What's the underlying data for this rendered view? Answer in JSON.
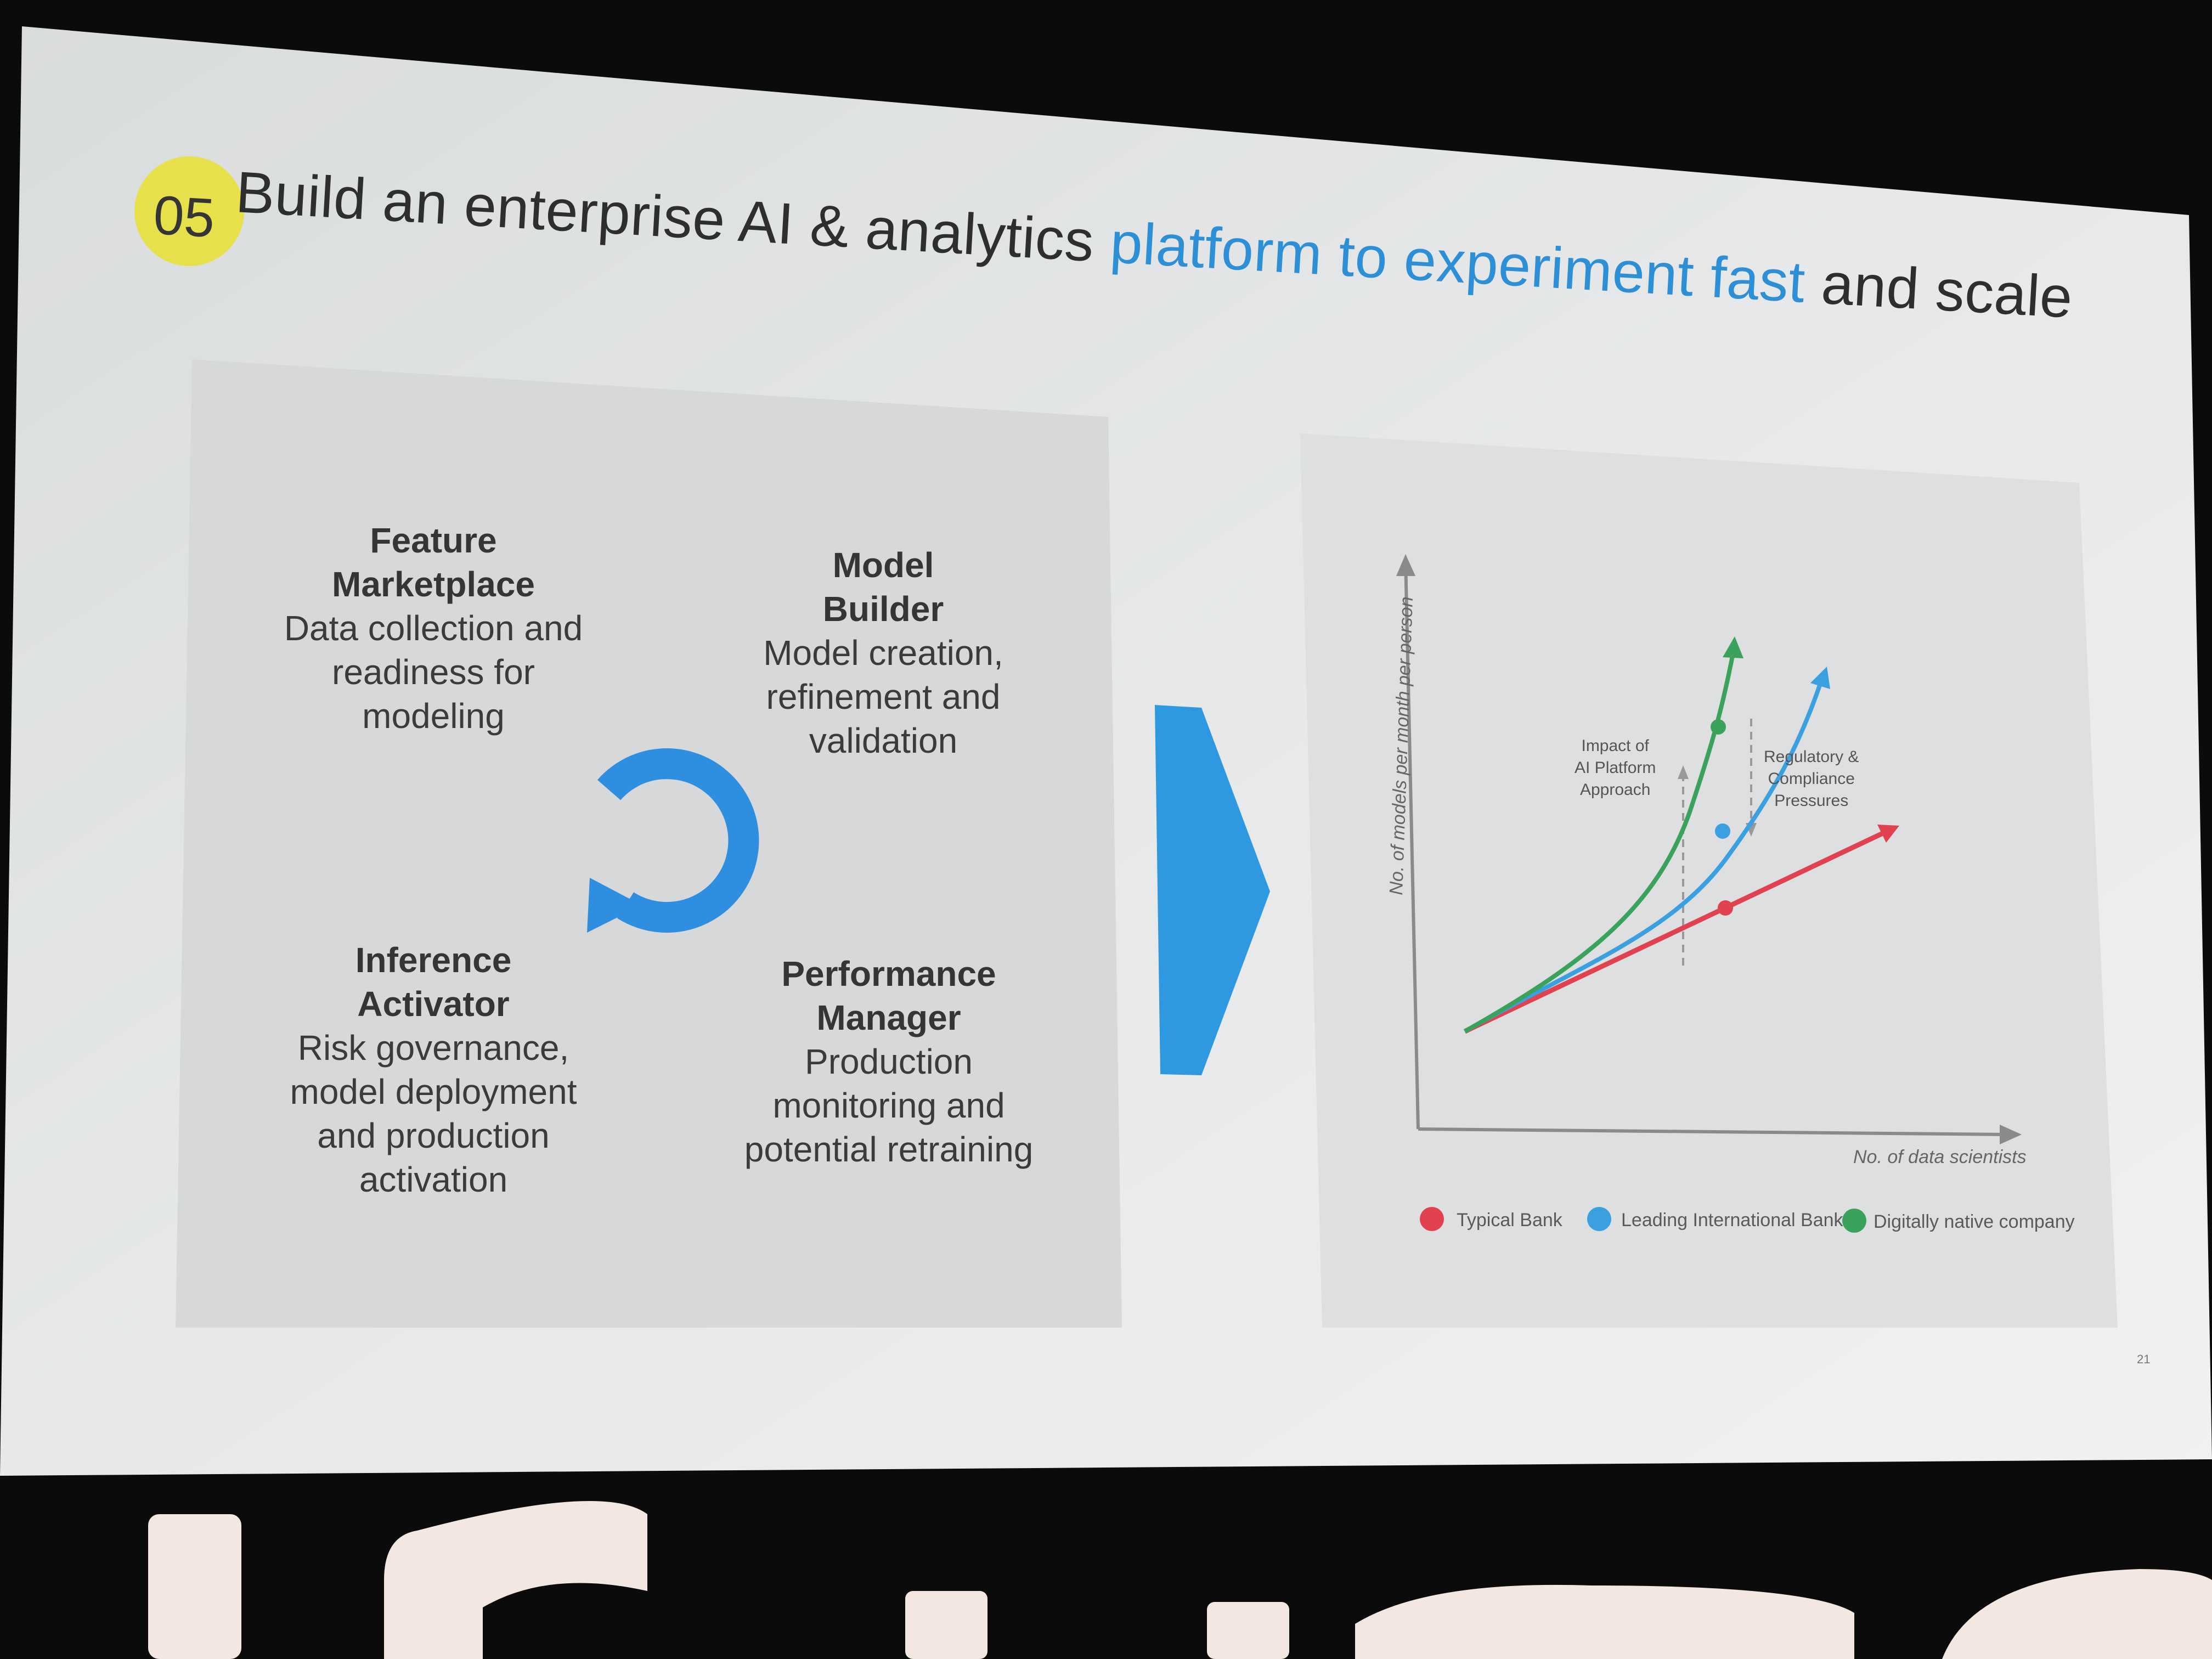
{
  "slide": {
    "number_badge": "05",
    "title_before": "Build an enterprise AI & analytics",
    "title_highlight": "platform to experiment fast",
    "title_after": "and scale",
    "page_number": "21"
  },
  "cycle": [
    {
      "heading_1": "Feature",
      "heading_2": "Marketplace",
      "line_1": "Data collection and",
      "line_2": "readiness for",
      "line_3": "modeling",
      "line_4": ""
    },
    {
      "heading_1": "Model",
      "heading_2": "Builder",
      "line_1": "Model creation,",
      "line_2": "refinement and",
      "line_3": "validation",
      "line_4": ""
    },
    {
      "heading_1": "Inference",
      "heading_2": "Activator",
      "line_1": "Risk governance,",
      "line_2": "model deployment",
      "line_3": "and production",
      "line_4": "activation"
    },
    {
      "heading_1": "Performance",
      "heading_2": "Manager",
      "line_1": "Production",
      "line_2": "monitoring and",
      "line_3": "potential retraining",
      "line_4": ""
    }
  ],
  "chart": {
    "y_axis_label": "No. of models per month per person",
    "x_axis_label": "No. of data scientists",
    "annotation_left_1": "Impact of",
    "annotation_left_2": "AI Platform",
    "annotation_left_3": "Approach",
    "annotation_right_1": "Regulatory &",
    "annotation_right_2": "Compliance",
    "annotation_right_3": "Pressures",
    "legend": [
      {
        "label": "Typical Bank",
        "color": "#e0434f"
      },
      {
        "label": "Leading International Bank",
        "color": "#3aa0e0"
      },
      {
        "label": "Digitally native company",
        "color": "#3aa25a"
      }
    ]
  },
  "stage_sign": {
    "visible_text": "LC"
  },
  "colors": {
    "accent_blue": "#2d8fd6",
    "badge_yellow": "#e6e04a",
    "arrow_blue": "#2e98e0"
  }
}
